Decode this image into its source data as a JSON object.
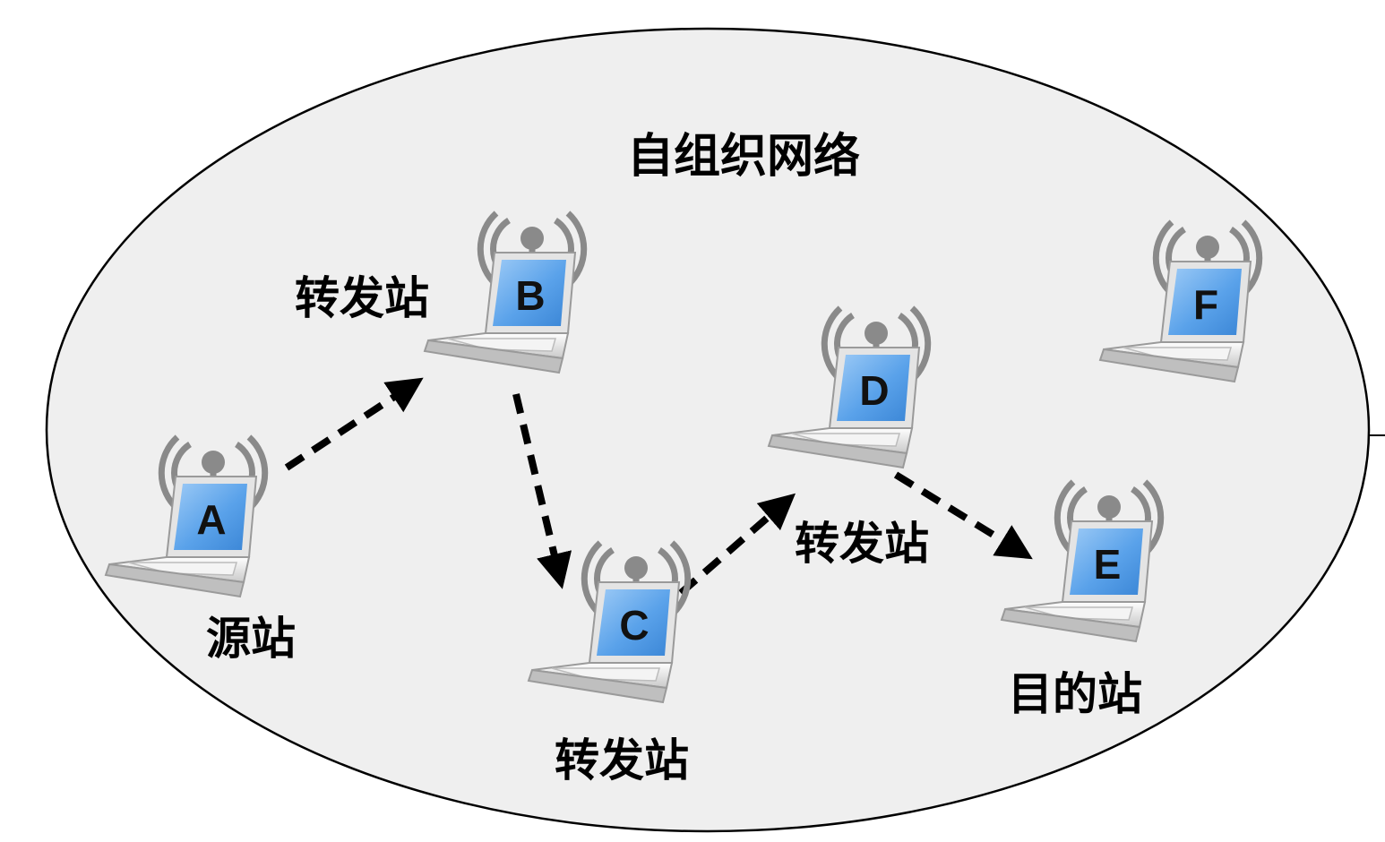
{
  "title": "自组织网络",
  "nodes": [
    {
      "id": "A",
      "label": "A",
      "role": "源站"
    },
    {
      "id": "B",
      "label": "B",
      "role": "转发站"
    },
    {
      "id": "C",
      "label": "C",
      "role": "转发站"
    },
    {
      "id": "D",
      "label": "D",
      "role": "转发站"
    },
    {
      "id": "E",
      "label": "E",
      "role": "目的站"
    },
    {
      "id": "F",
      "label": "F",
      "role": ""
    }
  ],
  "edges": [
    {
      "from": "A",
      "to": "B",
      "style": "dashed-arrow"
    },
    {
      "from": "B",
      "to": "C",
      "style": "dashed-arrow"
    },
    {
      "from": "C",
      "to": "D",
      "style": "dashed-arrow"
    },
    {
      "from": "D",
      "to": "E",
      "style": "dashed-arrow"
    }
  ],
  "colors": {
    "region_fill": "#efefef",
    "region_stroke": "#000000",
    "screen": "#5aa2ea",
    "antenna": "#8a8a8a",
    "arrow": "#000000"
  },
  "icons": {
    "node": "wireless-laptop-icon"
  }
}
